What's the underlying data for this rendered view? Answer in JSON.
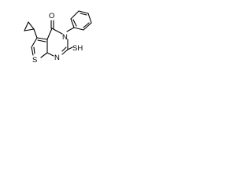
{
  "molecule": {
    "atom_labels": {
      "oxygen": "O",
      "nitrogen_top": "N",
      "nitrogen_bottom": "N",
      "sulfur_ring": "S",
      "thiol": "SH"
    }
  }
}
